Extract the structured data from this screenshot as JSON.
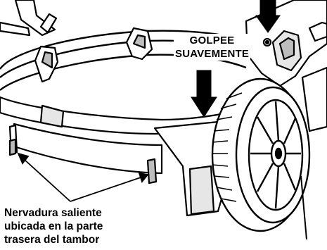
{
  "callouts": {
    "tap_gently": {
      "lines": [
        "GOLPEE",
        "SUAVEMENTE"
      ]
    },
    "rear_rib": {
      "lines": [
        "Nervadura saliente",
        "ubicada en la parte",
        "trasera del tambor"
      ]
    }
  },
  "colors": {
    "ink": "#000000",
    "paper": "#ffffff",
    "shade": "#bdbdbd"
  }
}
